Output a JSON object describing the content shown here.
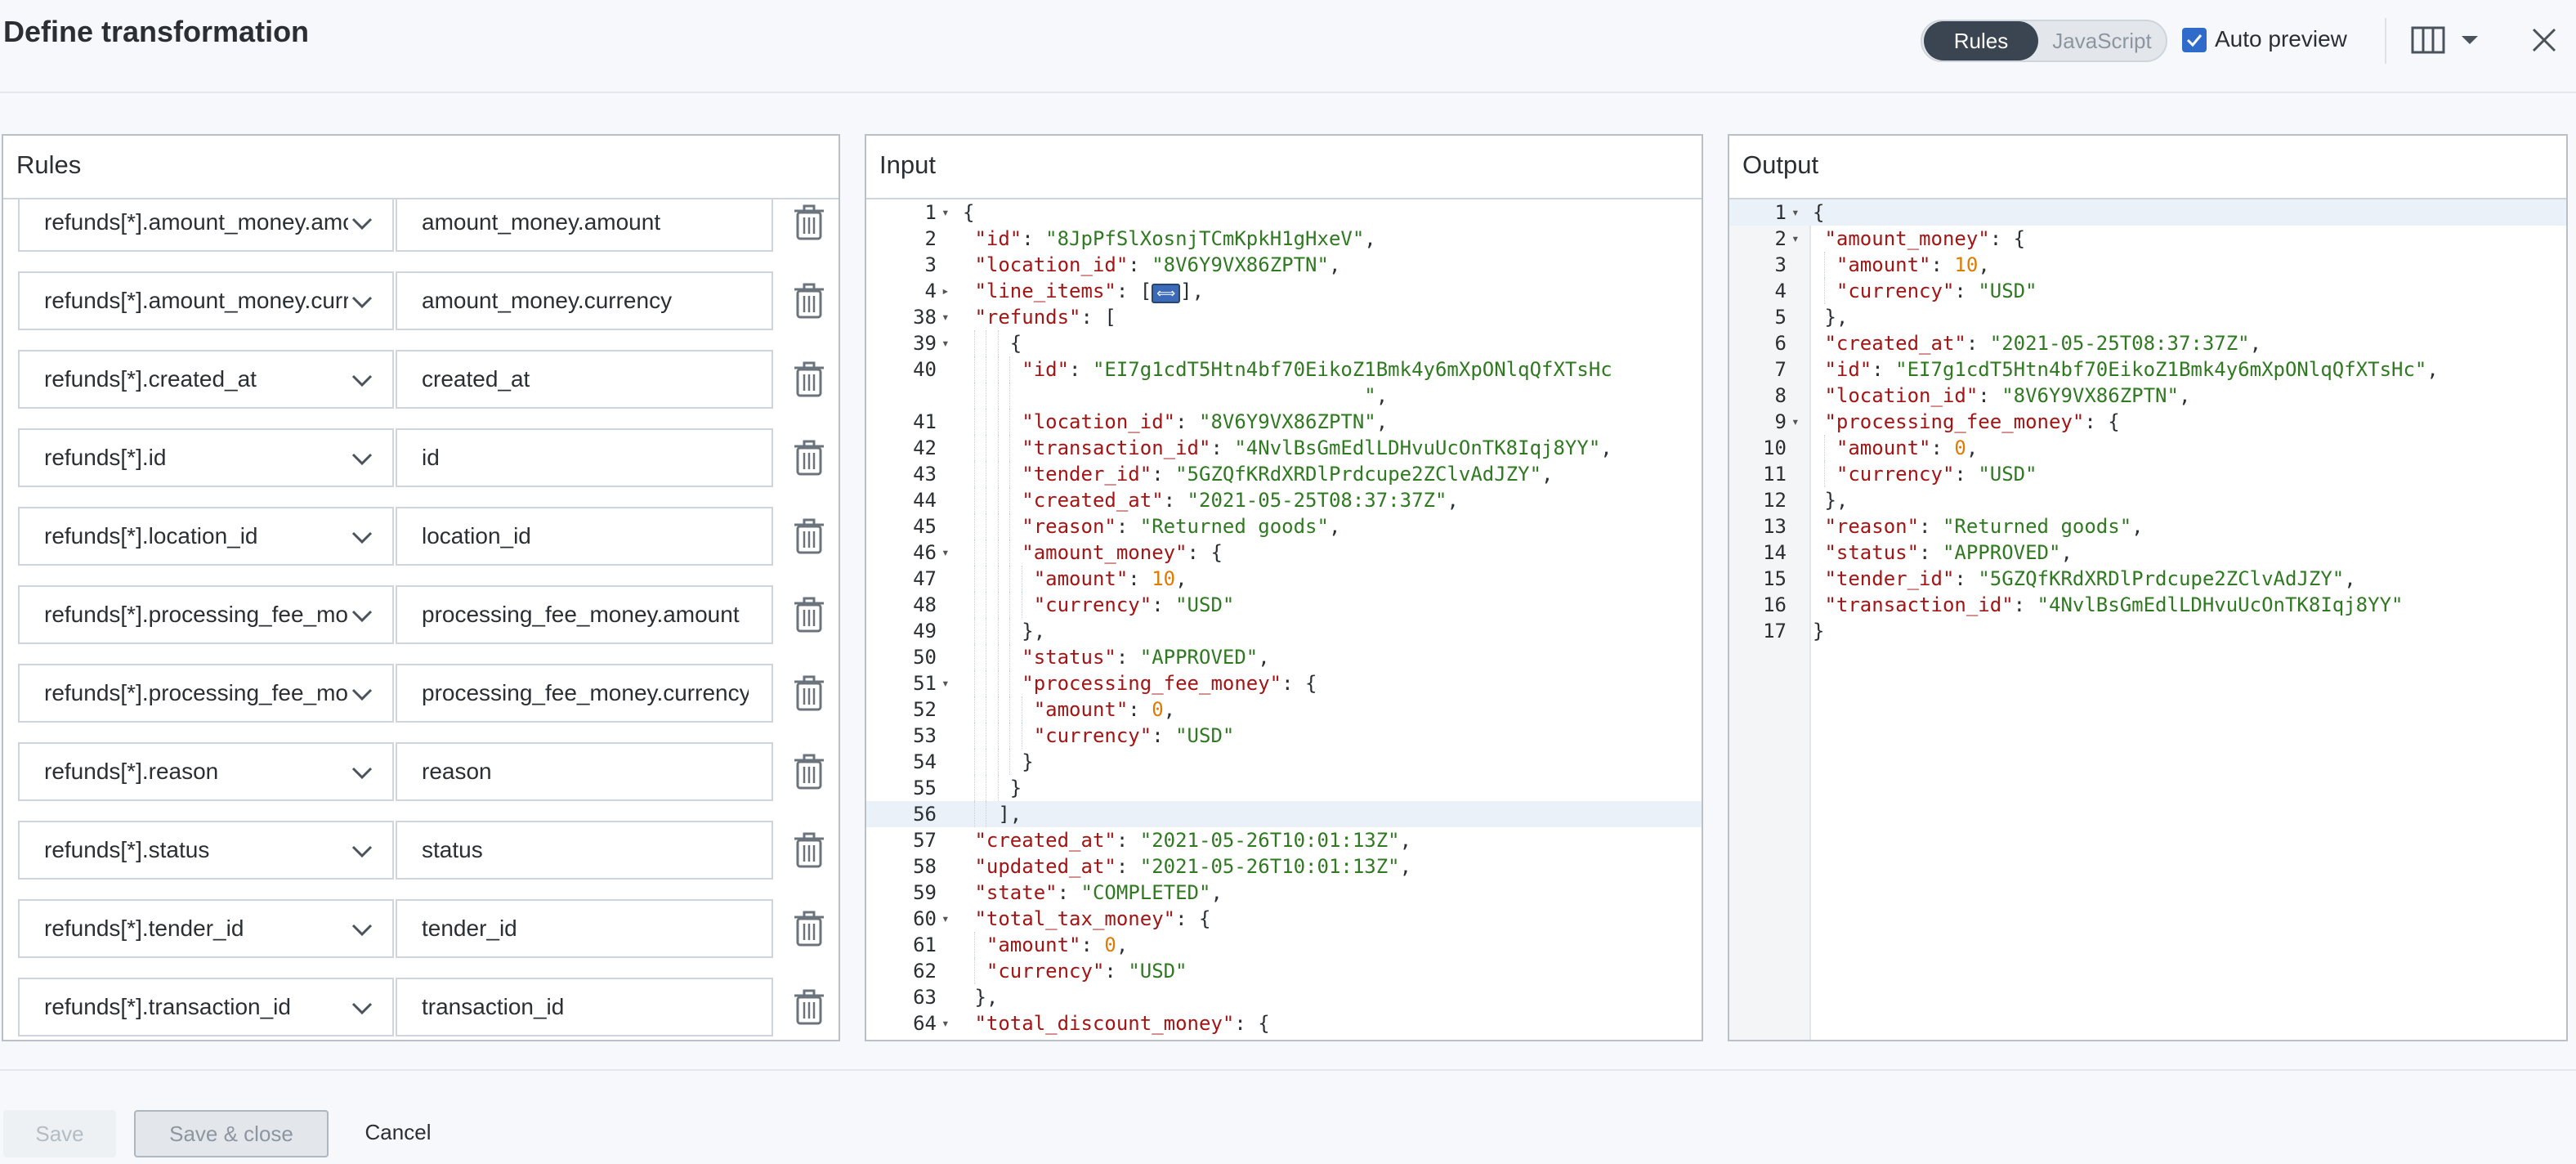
{
  "header": {
    "title": "Define transformation",
    "mode_rules": "Rules",
    "mode_js": "JavaScript",
    "auto_preview": "Auto preview"
  },
  "rules_panel": {
    "title": "Rules",
    "rows": [
      {
        "source": "refunds[*].amount_money.amount",
        "target": "amount_money.amount"
      },
      {
        "source": "refunds[*].amount_money.currency",
        "target": "amount_money.currency"
      },
      {
        "source": "refunds[*].created_at",
        "target": "created_at"
      },
      {
        "source": "refunds[*].id",
        "target": "id"
      },
      {
        "source": "refunds[*].location_id",
        "target": "location_id"
      },
      {
        "source": "refunds[*].processing_fee_money.amount",
        "target": "processing_fee_money.amount"
      },
      {
        "source": "refunds[*].processing_fee_money.currency",
        "target": "processing_fee_money.currency"
      },
      {
        "source": "refunds[*].reason",
        "target": "reason"
      },
      {
        "source": "refunds[*].status",
        "target": "status"
      },
      {
        "source": "refunds[*].tender_id",
        "target": "tender_id"
      },
      {
        "source": "refunds[*].transaction_id",
        "target": "transaction_id"
      }
    ]
  },
  "input_panel": {
    "title": "Input",
    "lines": [
      {
        "n": "1",
        "fold": "open",
        "guides": 0,
        "tokens": [
          [
            "p",
            "{"
          ]
        ]
      },
      {
        "n": "2",
        "fold": "",
        "guides": 0,
        "tokens": [
          [
            "p",
            " "
          ],
          [
            "k",
            "\"id\""
          ],
          [
            "p",
            ": "
          ],
          [
            "s",
            "\"8JpPfSlXosnjTCmKpkH1gHxeV\""
          ],
          [
            "p",
            ","
          ]
        ]
      },
      {
        "n": "3",
        "fold": "",
        "guides": 0,
        "tokens": [
          [
            "p",
            " "
          ],
          [
            "k",
            "\"location_id\""
          ],
          [
            "p",
            ": "
          ],
          [
            "s",
            "\"8V6Y9VX86ZPTN\""
          ],
          [
            "p",
            ","
          ]
        ]
      },
      {
        "n": "4",
        "fold": "closed",
        "guides": 0,
        "tokens": [
          [
            "p",
            " "
          ],
          [
            "k",
            "\"line_items\""
          ],
          [
            "p",
            ": ["
          ],
          [
            "c",
            "⟺"
          ],
          [
            "p",
            "],"
          ]
        ]
      },
      {
        "n": "38",
        "fold": "open",
        "guides": 0,
        "tokens": [
          [
            "p",
            " "
          ],
          [
            "k",
            "\"refunds\""
          ],
          [
            "p",
            ": ["
          ]
        ]
      },
      {
        "n": "39",
        "fold": "open",
        "guides": 3,
        "tokens": [
          [
            "p",
            "    {"
          ]
        ]
      },
      {
        "n": "40",
        "fold": "",
        "guides": 4,
        "tokens": [
          [
            "p",
            "     "
          ],
          [
            "k",
            "\"id\""
          ],
          [
            "p",
            ": "
          ],
          [
            "s",
            "\"EI7g1cdT5Htn4bf70EikoZ1Bmk4y6mXpONlqQfXTsHc"
          ]
        ]
      },
      {
        "n": "",
        "fold": "",
        "guides": 4,
        "tokens": [
          [
            "p",
            "                                  "
          ],
          [
            "s",
            "\""
          ],
          [
            "p",
            ","
          ]
        ]
      },
      {
        "n": "41",
        "fold": "",
        "guides": 4,
        "tokens": [
          [
            "p",
            "     "
          ],
          [
            "k",
            "\"location_id\""
          ],
          [
            "p",
            ": "
          ],
          [
            "s",
            "\"8V6Y9VX86ZPTN\""
          ],
          [
            "p",
            ","
          ]
        ]
      },
      {
        "n": "42",
        "fold": "",
        "guides": 4,
        "tokens": [
          [
            "p",
            "     "
          ],
          [
            "k",
            "\"transaction_id\""
          ],
          [
            "p",
            ": "
          ],
          [
            "s",
            "\"4NvlBsGmEdlLDHvuUcOnTK8Iqj8YY\""
          ],
          [
            "p",
            ","
          ]
        ]
      },
      {
        "n": "43",
        "fold": "",
        "guides": 4,
        "tokens": [
          [
            "p",
            "     "
          ],
          [
            "k",
            "\"tender_id\""
          ],
          [
            "p",
            ": "
          ],
          [
            "s",
            "\"5GZQfKRdXRDlPrdcupe2ZClvAdJZY\""
          ],
          [
            "p",
            ","
          ]
        ]
      },
      {
        "n": "44",
        "fold": "",
        "guides": 4,
        "tokens": [
          [
            "p",
            "     "
          ],
          [
            "k",
            "\"created_at\""
          ],
          [
            "p",
            ": "
          ],
          [
            "s",
            "\"2021-05-25T08:37:37Z\""
          ],
          [
            "p",
            ","
          ]
        ]
      },
      {
        "n": "45",
        "fold": "",
        "guides": 4,
        "tokens": [
          [
            "p",
            "     "
          ],
          [
            "k",
            "\"reason\""
          ],
          [
            "p",
            ": "
          ],
          [
            "s",
            "\"Returned goods\""
          ],
          [
            "p",
            ","
          ]
        ]
      },
      {
        "n": "46",
        "fold": "open",
        "guides": 4,
        "tokens": [
          [
            "p",
            "     "
          ],
          [
            "k",
            "\"amount_money\""
          ],
          [
            "p",
            ": {"
          ]
        ]
      },
      {
        "n": "47",
        "fold": "",
        "guides": 5,
        "tokens": [
          [
            "p",
            "      "
          ],
          [
            "k",
            "\"amount\""
          ],
          [
            "p",
            ": "
          ],
          [
            "n",
            "10"
          ],
          [
            "p",
            ","
          ]
        ]
      },
      {
        "n": "48",
        "fold": "",
        "guides": 5,
        "tokens": [
          [
            "p",
            "      "
          ],
          [
            "k",
            "\"currency\""
          ],
          [
            "p",
            ": "
          ],
          [
            "s",
            "\"USD\""
          ]
        ]
      },
      {
        "n": "49",
        "fold": "",
        "guides": 4,
        "tokens": [
          [
            "p",
            "     },"
          ]
        ]
      },
      {
        "n": "50",
        "fold": "",
        "guides": 4,
        "tokens": [
          [
            "p",
            "     "
          ],
          [
            "k",
            "\"status\""
          ],
          [
            "p",
            ": "
          ],
          [
            "s",
            "\"APPROVED\""
          ],
          [
            "p",
            ","
          ]
        ]
      },
      {
        "n": "51",
        "fold": "open",
        "guides": 4,
        "tokens": [
          [
            "p",
            "     "
          ],
          [
            "k",
            "\"processing_fee_money\""
          ],
          [
            "p",
            ": {"
          ]
        ]
      },
      {
        "n": "52",
        "fold": "",
        "guides": 5,
        "tokens": [
          [
            "p",
            "      "
          ],
          [
            "k",
            "\"amount\""
          ],
          [
            "p",
            ": "
          ],
          [
            "n",
            "0"
          ],
          [
            "p",
            ","
          ]
        ]
      },
      {
        "n": "53",
        "fold": "",
        "guides": 5,
        "tokens": [
          [
            "p",
            "      "
          ],
          [
            "k",
            "\"currency\""
          ],
          [
            "p",
            ": "
          ],
          [
            "s",
            "\"USD\""
          ]
        ]
      },
      {
        "n": "54",
        "fold": "",
        "guides": 4,
        "tokens": [
          [
            "p",
            "     }"
          ]
        ]
      },
      {
        "n": "55",
        "fold": "",
        "guides": 3,
        "tokens": [
          [
            "p",
            "    }"
          ]
        ]
      },
      {
        "n": "56",
        "fold": "",
        "guides": 2,
        "active": true,
        "tokens": [
          [
            "p",
            "   ],"
          ]
        ]
      },
      {
        "n": "57",
        "fold": "",
        "guides": 0,
        "tokens": [
          [
            "p",
            " "
          ],
          [
            "k",
            "\"created_at\""
          ],
          [
            "p",
            ": "
          ],
          [
            "s",
            "\"2021-05-26T10:01:13Z\""
          ],
          [
            "p",
            ","
          ]
        ]
      },
      {
        "n": "58",
        "fold": "",
        "guides": 0,
        "tokens": [
          [
            "p",
            " "
          ],
          [
            "k",
            "\"updated_at\""
          ],
          [
            "p",
            ": "
          ],
          [
            "s",
            "\"2021-05-26T10:01:13Z\""
          ],
          [
            "p",
            ","
          ]
        ]
      },
      {
        "n": "59",
        "fold": "",
        "guides": 0,
        "tokens": [
          [
            "p",
            " "
          ],
          [
            "k",
            "\"state\""
          ],
          [
            "p",
            ": "
          ],
          [
            "s",
            "\"COMPLETED\""
          ],
          [
            "p",
            ","
          ]
        ]
      },
      {
        "n": "60",
        "fold": "open",
        "guides": 0,
        "tokens": [
          [
            "p",
            " "
          ],
          [
            "k",
            "\"total_tax_money\""
          ],
          [
            "p",
            ": {"
          ]
        ]
      },
      {
        "n": "61",
        "fold": "",
        "guides": 1,
        "tokens": [
          [
            "p",
            "  "
          ],
          [
            "k",
            "\"amount\""
          ],
          [
            "p",
            ": "
          ],
          [
            "n",
            "0"
          ],
          [
            "p",
            ","
          ]
        ]
      },
      {
        "n": "62",
        "fold": "",
        "guides": 1,
        "tokens": [
          [
            "p",
            "  "
          ],
          [
            "k",
            "\"currency\""
          ],
          [
            "p",
            ": "
          ],
          [
            "s",
            "\"USD\""
          ]
        ]
      },
      {
        "n": "63",
        "fold": "",
        "guides": 0,
        "tokens": [
          [
            "p",
            " },"
          ]
        ]
      },
      {
        "n": "64",
        "fold": "open",
        "guides": 0,
        "tokens": [
          [
            "p",
            " "
          ],
          [
            "k",
            "\"total_discount_money\""
          ],
          [
            "p",
            ": {"
          ]
        ]
      }
    ]
  },
  "output_panel": {
    "title": "Output",
    "lines": [
      {
        "n": "1",
        "fold": "open",
        "guides": 0,
        "active": true,
        "tokens": [
          [
            "p",
            "{"
          ]
        ]
      },
      {
        "n": "2",
        "fold": "open",
        "guides": 0,
        "tokens": [
          [
            "p",
            " "
          ],
          [
            "k",
            "\"amount_money\""
          ],
          [
            "p",
            ": {"
          ]
        ]
      },
      {
        "n": "3",
        "fold": "",
        "guides": 1,
        "tokens": [
          [
            "p",
            "  "
          ],
          [
            "k",
            "\"amount\""
          ],
          [
            "p",
            ": "
          ],
          [
            "n",
            "10"
          ],
          [
            "p",
            ","
          ]
        ]
      },
      {
        "n": "4",
        "fold": "",
        "guides": 1,
        "tokens": [
          [
            "p",
            "  "
          ],
          [
            "k",
            "\"currency\""
          ],
          [
            "p",
            ": "
          ],
          [
            "s",
            "\"USD\""
          ]
        ]
      },
      {
        "n": "5",
        "fold": "",
        "guides": 0,
        "tokens": [
          [
            "p",
            " },"
          ]
        ]
      },
      {
        "n": "6",
        "fold": "",
        "guides": 0,
        "tokens": [
          [
            "p",
            " "
          ],
          [
            "k",
            "\"created_at\""
          ],
          [
            "p",
            ": "
          ],
          [
            "s",
            "\"2021-05-25T08:37:37Z\""
          ],
          [
            "p",
            ","
          ]
        ]
      },
      {
        "n": "7",
        "fold": "",
        "guides": 0,
        "tokens": [
          [
            "p",
            " "
          ],
          [
            "k",
            "\"id\""
          ],
          [
            "p",
            ": "
          ],
          [
            "s",
            "\"EI7g1cdT5Htn4bf70EikoZ1Bmk4y6mXpONlqQfXTsHc\""
          ],
          [
            "p",
            ","
          ]
        ]
      },
      {
        "n": "8",
        "fold": "",
        "guides": 0,
        "tokens": [
          [
            "p",
            " "
          ],
          [
            "k",
            "\"location_id\""
          ],
          [
            "p",
            ": "
          ],
          [
            "s",
            "\"8V6Y9VX86ZPTN\""
          ],
          [
            "p",
            ","
          ]
        ]
      },
      {
        "n": "9",
        "fold": "open",
        "guides": 0,
        "tokens": [
          [
            "p",
            " "
          ],
          [
            "k",
            "\"processing_fee_money\""
          ],
          [
            "p",
            ": {"
          ]
        ]
      },
      {
        "n": "10",
        "fold": "",
        "guides": 1,
        "tokens": [
          [
            "p",
            "  "
          ],
          [
            "k",
            "\"amount\""
          ],
          [
            "p",
            ": "
          ],
          [
            "n",
            "0"
          ],
          [
            "p",
            ","
          ]
        ]
      },
      {
        "n": "11",
        "fold": "",
        "guides": 1,
        "tokens": [
          [
            "p",
            "  "
          ],
          [
            "k",
            "\"currency\""
          ],
          [
            "p",
            ": "
          ],
          [
            "s",
            "\"USD\""
          ]
        ]
      },
      {
        "n": "12",
        "fold": "",
        "guides": 0,
        "tokens": [
          [
            "p",
            " },"
          ]
        ]
      },
      {
        "n": "13",
        "fold": "",
        "guides": 0,
        "tokens": [
          [
            "p",
            " "
          ],
          [
            "k",
            "\"reason\""
          ],
          [
            "p",
            ": "
          ],
          [
            "s",
            "\"Returned goods\""
          ],
          [
            "p",
            ","
          ]
        ]
      },
      {
        "n": "14",
        "fold": "",
        "guides": 0,
        "tokens": [
          [
            "p",
            " "
          ],
          [
            "k",
            "\"status\""
          ],
          [
            "p",
            ": "
          ],
          [
            "s",
            "\"APPROVED\""
          ],
          [
            "p",
            ","
          ]
        ]
      },
      {
        "n": "15",
        "fold": "",
        "guides": 0,
        "tokens": [
          [
            "p",
            " "
          ],
          [
            "k",
            "\"tender_id\""
          ],
          [
            "p",
            ": "
          ],
          [
            "s",
            "\"5GZQfKRdXRDlPrdcupe2ZClvAdJZY\""
          ],
          [
            "p",
            ","
          ]
        ]
      },
      {
        "n": "16",
        "fold": "",
        "guides": 0,
        "tokens": [
          [
            "p",
            " "
          ],
          [
            "k",
            "\"transaction_id\""
          ],
          [
            "p",
            ": "
          ],
          [
            "s",
            "\"4NvlBsGmEdlLDHvuUcOnTK8Iqj8YY\""
          ]
        ]
      },
      {
        "n": "17",
        "fold": "",
        "guides": 0,
        "tokens": [
          [
            "p",
            "}"
          ]
        ]
      }
    ]
  },
  "footer": {
    "save": "Save",
    "save_close": "Save & close",
    "cancel": "Cancel"
  },
  "icons": {
    "trash": "trash-icon",
    "chevron": "chevron-down-icon",
    "layout": "columns-icon",
    "close": "close-icon",
    "check": "check-icon"
  },
  "colors": {
    "toggle_active": "#3a4551",
    "checkbox": "#2f6bcb",
    "json_key": "#a31515",
    "json_string": "#2f7a21",
    "json_number": "#e07b00"
  }
}
